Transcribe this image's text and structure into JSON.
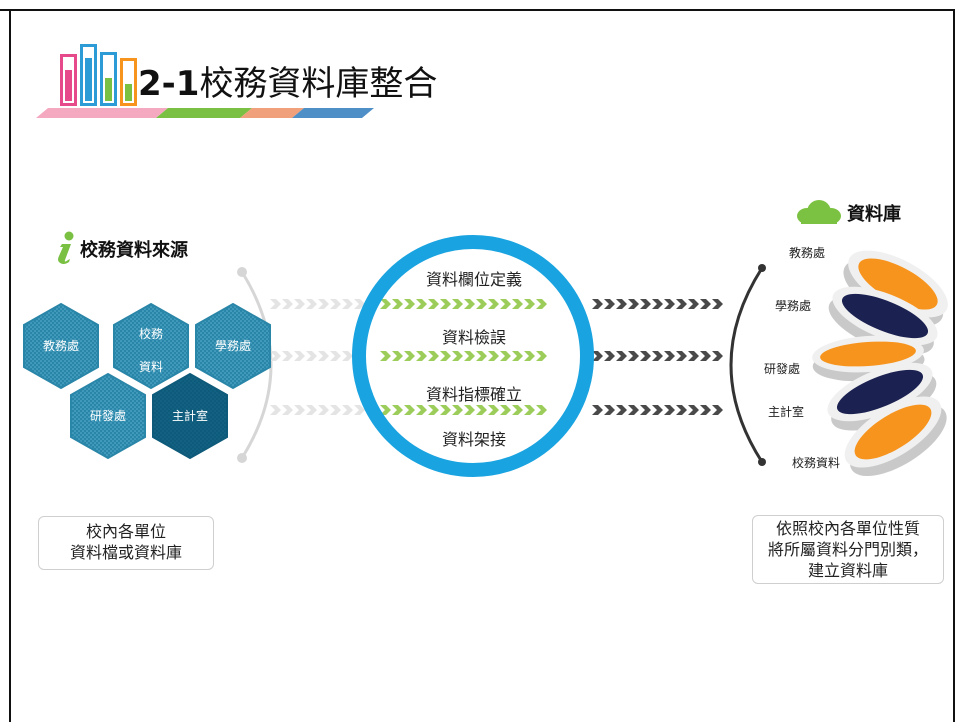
{
  "title": {
    "number": "2-1",
    "text": "校務資料庫整合"
  },
  "source_label": "校務資料來源",
  "database_label": "資料庫",
  "source_hexes": [
    "教務處",
    "校務",
    "資料",
    "學務處",
    "研發處",
    "主計室"
  ],
  "flow_steps": [
    "資料欄位定義",
    "資料檢誤",
    "資料指標確立",
    "資料架接"
  ],
  "db_stack": [
    "教務處",
    "學務處",
    "研發處",
    "主計室",
    "校務資料"
  ],
  "left_note": [
    "校內各單位",
    "資料檔或資料庫"
  ],
  "right_note": [
    "依照校內各單位性質",
    "將所屬資料分門別類，",
    "建立資料庫"
  ],
  "colors": {
    "ring": "#19a3e0",
    "hex_light": "#2a86a8",
    "hex_dark": "#0e5a7a",
    "arrow_green": "#9ccc5a",
    "arrow_dark": "#4a4a4a",
    "disc_orange": "#f7941d",
    "disc_navy": "#1b2150",
    "cloud": "#7cc242"
  }
}
